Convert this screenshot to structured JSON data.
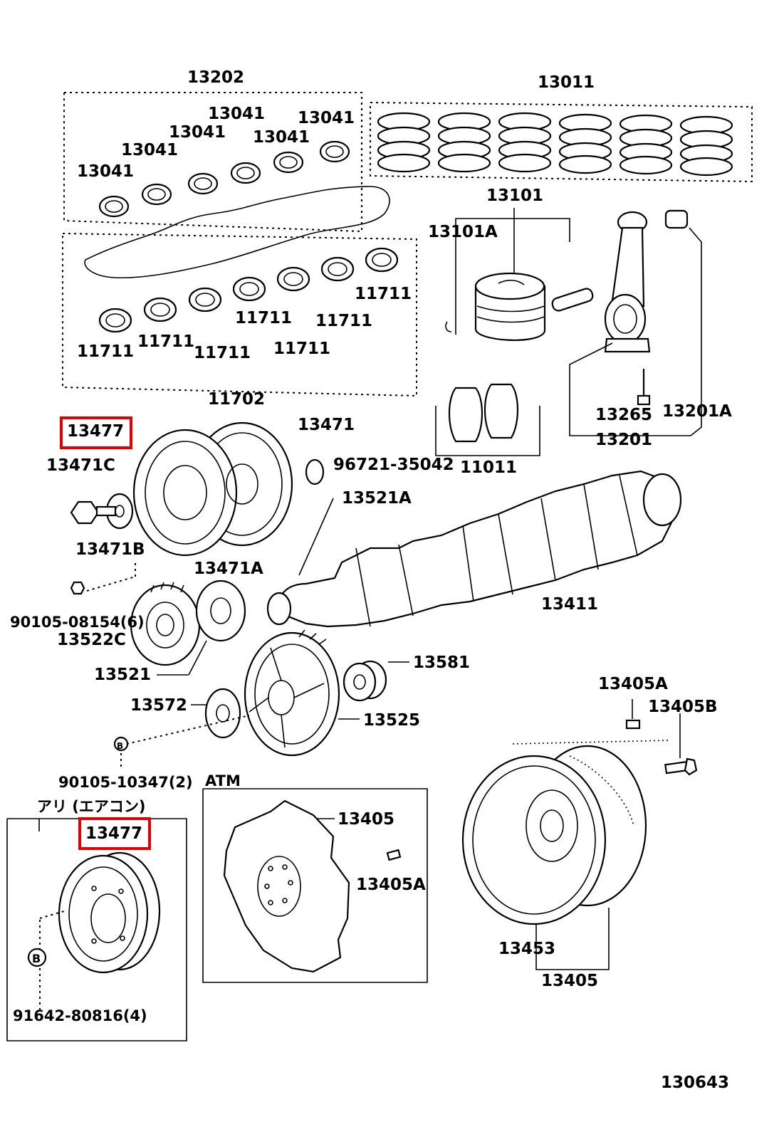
{
  "labels": {
    "l13202": "13202",
    "l13011": "13011",
    "l13041": "13041",
    "l13101": "13101",
    "l13101A": "13101A",
    "l11711": "11711",
    "l11702": "11702",
    "l13477": "13477",
    "l13471": "13471",
    "l13471C": "13471C",
    "l96721": "96721-35042",
    "l11011": "11011",
    "l13265": "13265",
    "l13201A": "13201A",
    "l13201": "13201",
    "l13521A": "13521A",
    "l13471B": "13471B",
    "l13471A": "13471A",
    "l13411": "13411",
    "l90105_08154": "90105-08154(6)",
    "l13522C": "13522C",
    "l13581": "13581",
    "l13521": "13521",
    "l13405A": "13405A",
    "l13405B": "13405B",
    "l13572": "13572",
    "l13525": "13525",
    "l90105_10347": "90105-10347(2)",
    "atm": "ATM",
    "aircon": "アリ (エアコン)",
    "l13405": "13405",
    "l13453": "13453",
    "l91642": "91642-80816(4)",
    "callout_b": "B",
    "figure_id": "130643"
  },
  "highlight_color": "#e30000"
}
